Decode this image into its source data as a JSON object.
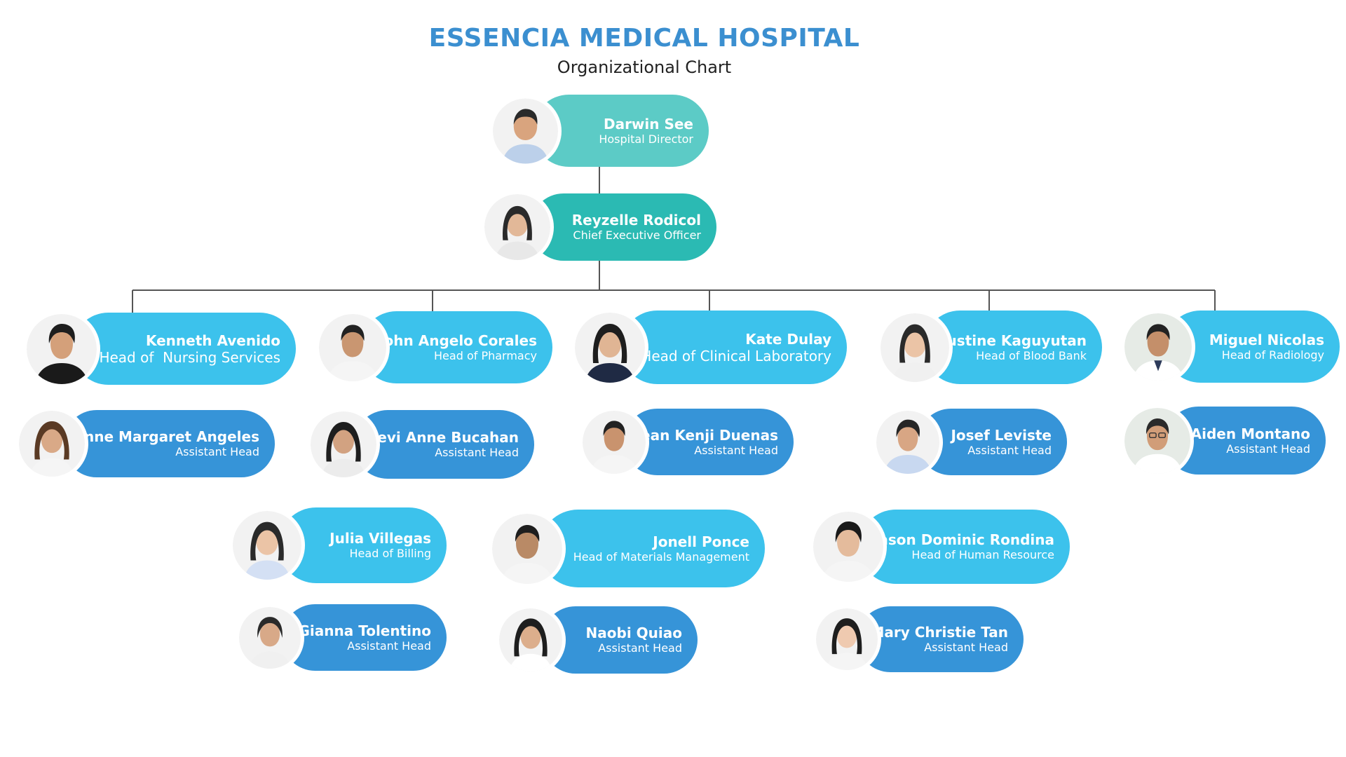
{
  "title": "ESSENCIA MEDICAL HOSPITAL",
  "subtitle": "Organizational Chart",
  "colors": {
    "title": "#3b8fd0",
    "director": "#5ccbc6",
    "ceo": "#2bbab3",
    "department_head": "#3cc2ec",
    "assistant_head": "#3694d8",
    "connector": "#555555"
  },
  "director": {
    "name": "Darwin See",
    "role": "Hospital Director"
  },
  "ceo": {
    "name": "Reyzelle Rodicol",
    "role": "Chief Executive Officer"
  },
  "departments_row1": [
    {
      "head": {
        "name": "Kenneth Avenido",
        "role": "Head of  Nursing Services"
      },
      "assistant": {
        "name": "Anne Margaret Angeles",
        "role": "Assistant Head"
      }
    },
    {
      "head": {
        "name": "John Angelo Corales",
        "role": "Head of Pharmacy"
      },
      "assistant": {
        "name": "Levi Anne Bucahan",
        "role": "Assistant Head"
      }
    },
    {
      "head": {
        "name": "Kate Dulay",
        "role": "Head of Clinical Laboratory"
      },
      "assistant": {
        "name": "Sean Kenji Duenas",
        "role": "Assistant Head"
      }
    },
    {
      "head": {
        "name": "Justine Kaguyutan",
        "role": "Head of Blood Bank"
      },
      "assistant": {
        "name": "Josef Leviste",
        "role": "Assistant Head"
      }
    },
    {
      "head": {
        "name": "Miguel Nicolas",
        "role": "Head of Radiology"
      },
      "assistant": {
        "name": "Aiden Montano",
        "role": "Assistant Head"
      }
    }
  ],
  "departments_row2": [
    {
      "head": {
        "name": "Julia Villegas",
        "role": "Head of Billing"
      },
      "assistant": {
        "name": "Gianna Tolentino",
        "role": "Assistant Head"
      }
    },
    {
      "head": {
        "name": "Jonell Ponce",
        "role": "Head of Materials Management"
      },
      "assistant": {
        "name": "Naobi  Quiao",
        "role": "Assistant Head"
      }
    },
    {
      "head": {
        "name": "Jason Dominic Rondina",
        "role": "Head of Human Resource"
      },
      "assistant": {
        "name": "Mary Christie Tan",
        "role": "Assistant Head"
      }
    }
  ]
}
